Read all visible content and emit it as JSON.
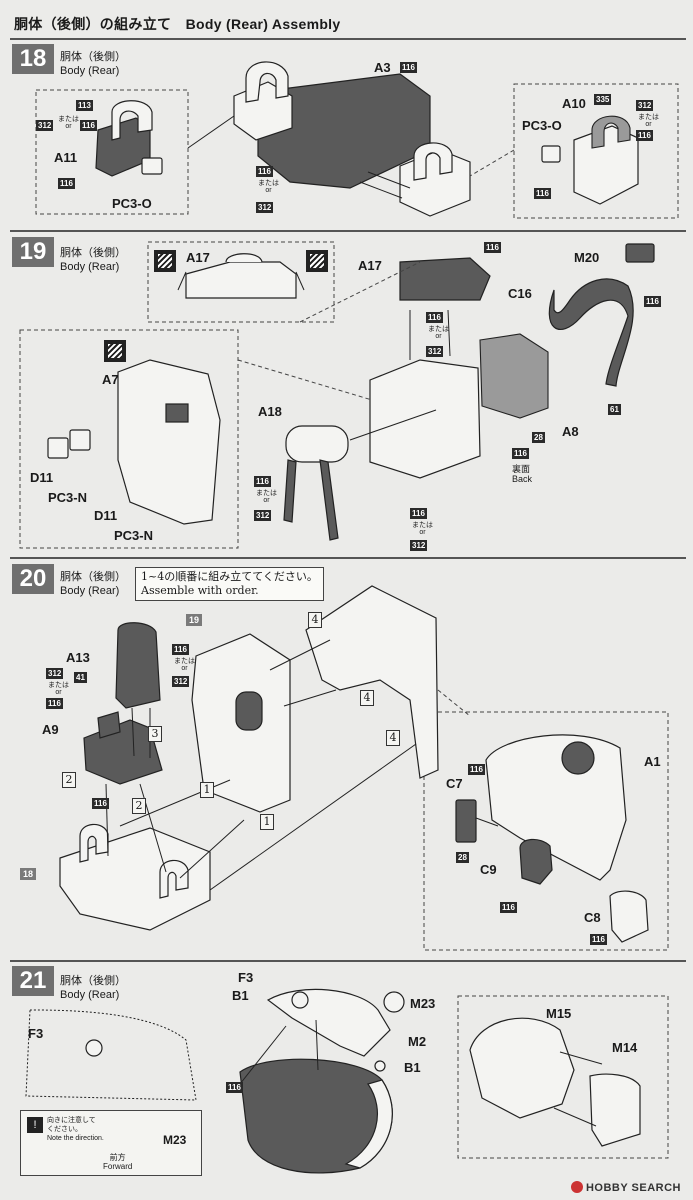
{
  "header": {
    "title": "胴体（後側）の組み立て　Body (Rear) Assembly"
  },
  "or_note": {
    "ja": "または",
    "en": "or"
  },
  "steps": [
    {
      "number": "18",
      "title_ja": "胴体（後側）",
      "title_en": "Body (Rear)",
      "labels": {
        "a3": "A3",
        "a11": "A11",
        "pc3o_left": "PC3-O",
        "a10": "A10",
        "pc3o_right": "PC3-O"
      },
      "badges": {
        "a3": "116",
        "b113": "113",
        "b312_left": "312",
        "b116_left": "116",
        "b116_left2": "116",
        "b116_center": "116",
        "b312_center": "312",
        "b335": "335",
        "b312_right": "312",
        "b116_right": "116",
        "b116_right2": "116"
      }
    },
    {
      "number": "19",
      "title_ja": "胴体（後側）",
      "title_en": "Body (Rear)",
      "labels": {
        "a17_box": "A17",
        "a17": "A17",
        "m20": "M20",
        "c16": "C16",
        "a7": "A7",
        "d11_a": "D11",
        "pc3n_a": "PC3-N",
        "d11_b": "D11",
        "pc3n_b": "PC3-N",
        "a18": "A18",
        "a8": "A8",
        "back_ja": "裏面",
        "back_en": "Back"
      },
      "badges": {
        "a17": "116",
        "a17b": "116",
        "a17c": "312",
        "m20": "116",
        "c16": "61",
        "a8": "28",
        "back": "116",
        "a18a": "116",
        "a18b": "312",
        "base1": "116",
        "base2": "312"
      }
    },
    {
      "number": "20",
      "title_ja": "胴体（後側）",
      "title_en": "Body (Rear)",
      "order_ja": "1~4の順番に組み立ててください。",
      "order_en": "Assemble with order.",
      "ref_top": "19",
      "ref_bottom": "18",
      "labels": {
        "a13": "A13",
        "a9": "A9",
        "c7": "C7",
        "a1": "A1",
        "c9": "C9",
        "c8": "C8"
      },
      "badges": {
        "a13a": "312",
        "a13b": "41",
        "a13c": "116",
        "center1": "116",
        "center2": "312",
        "a9": "116",
        "c7_top": "116",
        "c7": "28",
        "c9": "116",
        "c8": "116"
      },
      "order_marks": [
        "1",
        "1",
        "2",
        "2",
        "3",
        "4",
        "4",
        "4"
      ]
    },
    {
      "number": "21",
      "title_ja": "胴体（後側）",
      "title_en": "Body (Rear)",
      "labels": {
        "f3_left": "F3",
        "f3": "F3",
        "b1_top": "B1",
        "m23": "M23",
        "m2": "M2",
        "b1_right": "B1",
        "m15": "M15",
        "m14": "M14",
        "m23_note": "M23"
      },
      "badges": {
        "bottom": "116"
      },
      "note_ja_1": "向きに注意して",
      "note_ja_2": "ください。",
      "note_en": "Note the direction.",
      "forward_ja": "前方",
      "forward_en": "Forward"
    }
  ],
  "footer": {
    "brand": "HOBBY SEARCH"
  }
}
